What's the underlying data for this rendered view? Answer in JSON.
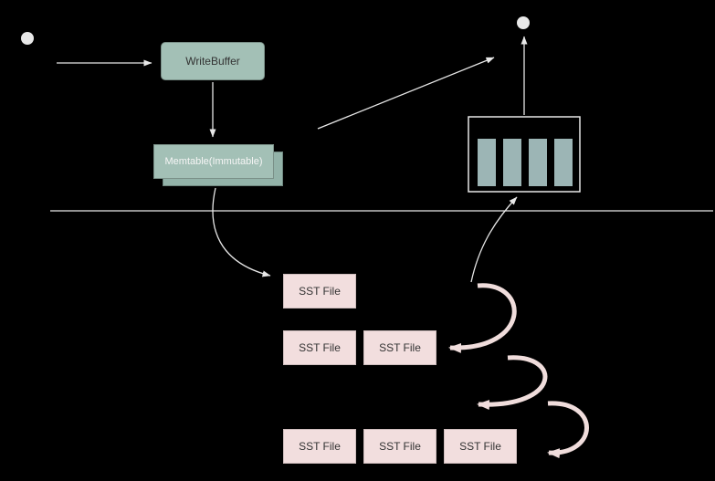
{
  "colors": {
    "background": "#000000",
    "node_green": "#a3c0b6",
    "node_green_back": "#93b3a9",
    "node_pink": "#f2dede",
    "bar_fill": "#9cb5b5",
    "connector": "#e8e8e8",
    "compaction_arrow": "#f0dddc",
    "text_dark": "#333333",
    "text_light": "#f5f5f5"
  },
  "nodes": {
    "write_buffer_label": "WriteBuffer",
    "memtable_label": "Memtable(Immutable)",
    "sst_files": [
      {
        "label": "SST File"
      },
      {
        "label": "SST File"
      },
      {
        "label": "SST File"
      },
      {
        "label": "SST File"
      },
      {
        "label": "SST File"
      },
      {
        "label": "SST File"
      }
    ]
  }
}
